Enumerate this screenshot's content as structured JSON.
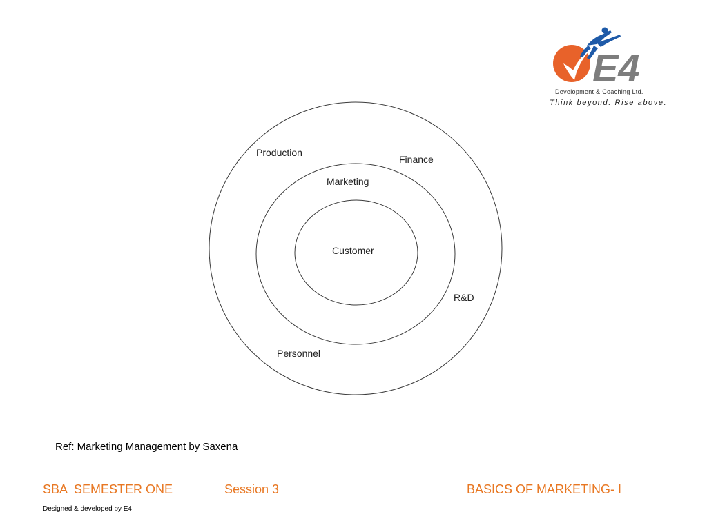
{
  "logo": {
    "mark_text": "E4",
    "subtitle": "Development & Coaching Ltd.",
    "tagline": "Think beyond. Rise above.",
    "colors": {
      "orange": "#e8622a",
      "blue": "#1e5aa8",
      "grey": "#7d7d7d"
    },
    "icon": "leaping-figure-icon"
  },
  "diagram": {
    "rings": {
      "outer": [
        "Production",
        "Finance",
        "R&D",
        "Personnel"
      ],
      "middle": "Marketing",
      "center": "Customer"
    }
  },
  "reference": "Ref: Marketing Management by Saxena",
  "footer": {
    "program": "SBA  SEMESTER ONE",
    "session": "Session 3",
    "topic": "BASICS OF MARKETING- I",
    "credit": "Designed & developed by E4",
    "accent_color": "#e87722"
  }
}
